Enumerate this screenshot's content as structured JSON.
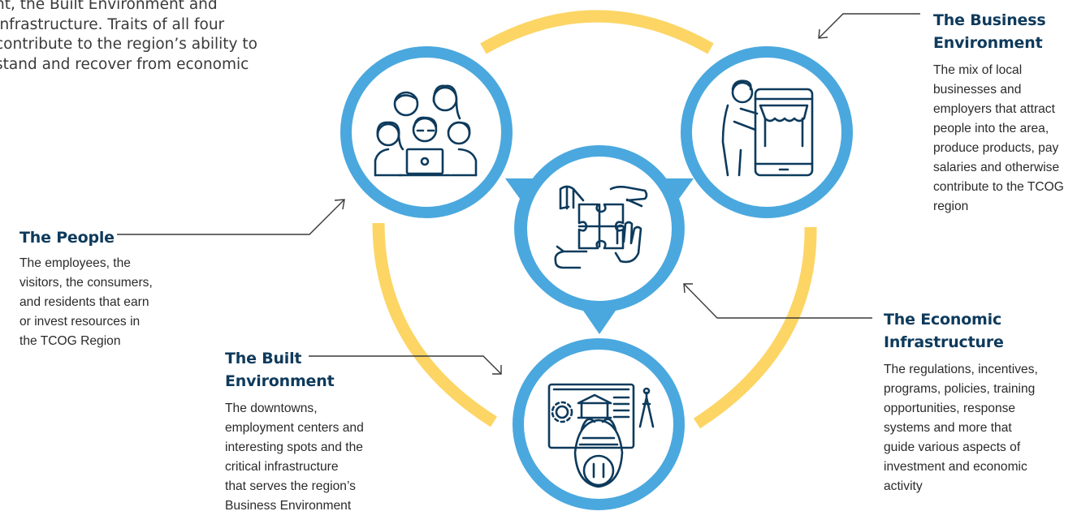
{
  "intro_lines": [
    "nt, the Built Environment and",
    "Infrastructure. Traits of all four",
    "contribute to the region’s ability to",
    "stand and recover from economic"
  ],
  "sections": {
    "people": {
      "title_lines": [
        "The People"
      ],
      "desc_lines": [
        "The employees, the",
        "visitors, the consumers,",
        "and residents that earn",
        "or invest resources in",
        "the TCOG Region"
      ]
    },
    "business": {
      "title_lines": [
        "The Business",
        "Environment"
      ],
      "desc_lines": [
        "The mix of local",
        "businesses and",
        "employers that attract",
        "people into the area,",
        "produce products, pay",
        "salaries and otherwise",
        "contribute to the TCOG",
        "region"
      ]
    },
    "built": {
      "title_lines": [
        "The Built",
        "Environment"
      ],
      "desc_lines": [
        "The downtowns,",
        "employment centers and",
        "interesting spots and the",
        "critical infrastructure",
        "that serves the region’s",
        "Business Environment"
      ]
    },
    "economic": {
      "title_lines": [
        "The Economic",
        "Infrastructure"
      ],
      "desc_lines": [
        "The regulations, incentives,",
        "programs, policies, training",
        "opportunities, response",
        "systems and more that",
        "guide various aspects of",
        "investment and economic",
        "activity"
      ]
    }
  },
  "colors": {
    "ring": "#4aa8de",
    "arc": "#fcd565",
    "icon": "#0d3a5c",
    "title": "#0e3a5c",
    "leader": "#3a3a3a"
  },
  "icons": {
    "people": "group-of-people-with-laptop-icon",
    "business": "merchant-with-tablet-storefront-icon",
    "center": "hands-holding-puzzle-pieces-icon",
    "built": "architect-at-drafting-desk-icon"
  }
}
